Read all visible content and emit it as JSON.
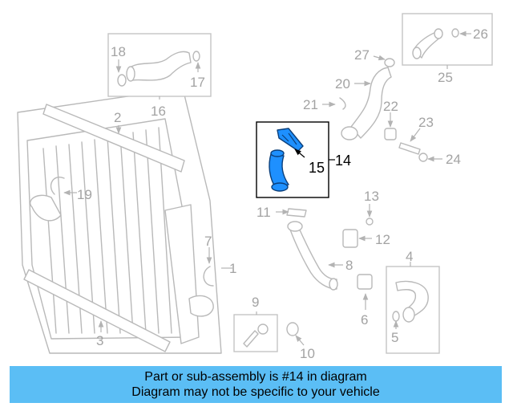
{
  "callouts": {
    "c1": "1",
    "c2": "2",
    "c3": "3",
    "c4": "4",
    "c5": "5",
    "c6": "6",
    "c7": "7",
    "c8": "8",
    "c9": "9",
    "c10": "10",
    "c11": "11",
    "c12": "12",
    "c13": "13",
    "c14": "14",
    "c15": "15",
    "c16": "16",
    "c17": "17",
    "c18": "18",
    "c19": "19",
    "c20": "20",
    "c21": "21",
    "c22": "22",
    "c23": "23",
    "c24": "24",
    "c25": "25",
    "c26": "26",
    "c27": "27"
  },
  "highlight": {
    "part": "14",
    "color": "#1e90ff"
  },
  "banner": {
    "line1": "Part or sub-assembly is #14 in diagram",
    "line2": "Diagram may not be specific to your vehicle",
    "color": "#5bbef5"
  }
}
